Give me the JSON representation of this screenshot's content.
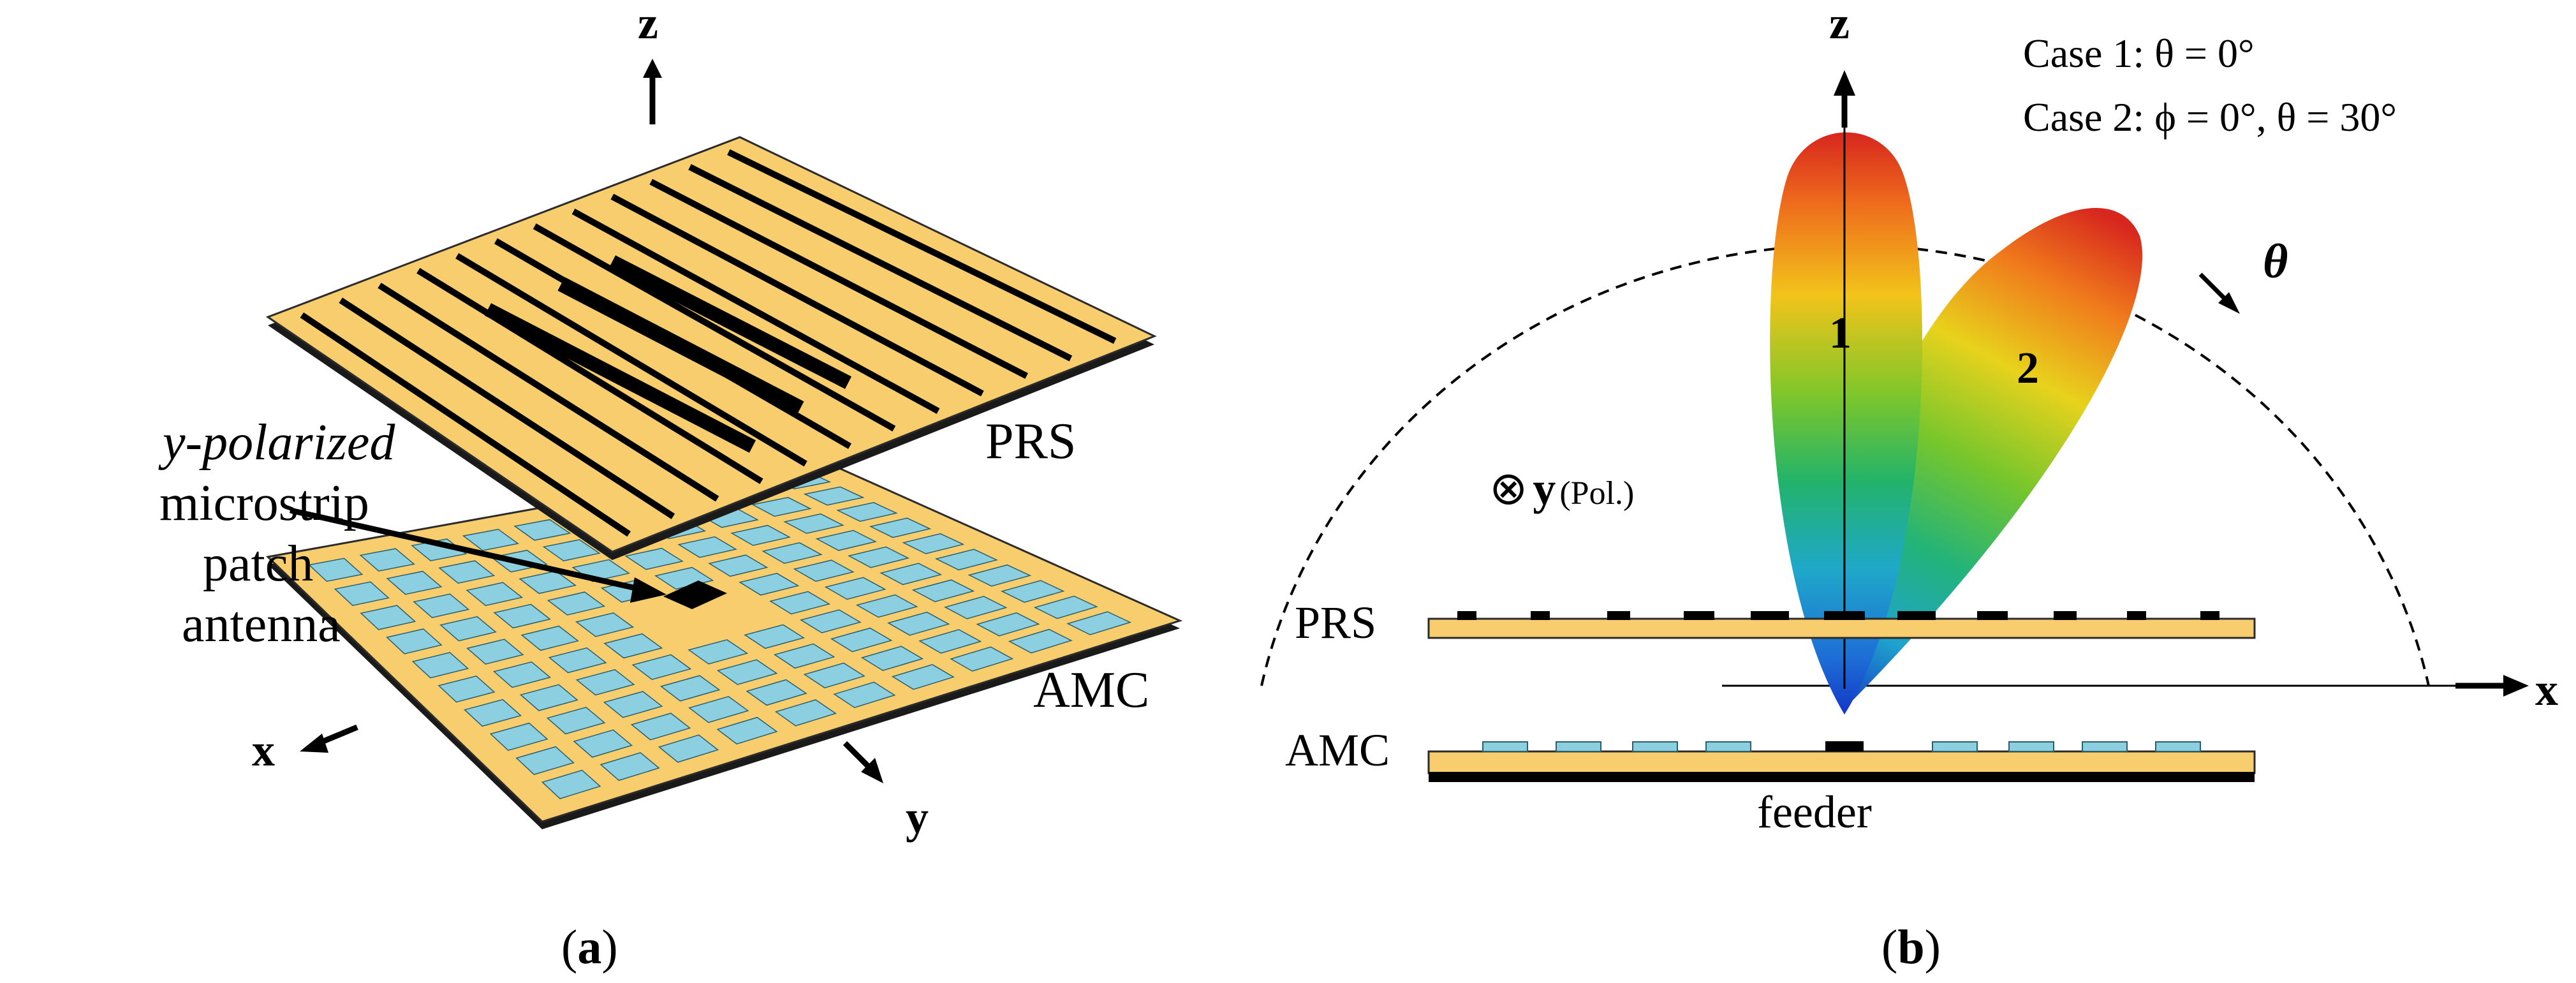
{
  "panel_a": {
    "axis_z": "z",
    "axis_x": "x",
    "axis_y": "y",
    "label_prs": "PRS",
    "label_amc": "AMC",
    "antenna_lines": [
      "y-polarized",
      "microstrip",
      "patch",
      "antenna"
    ],
    "caption": "(a)"
  },
  "panel_b": {
    "axis_z": "z",
    "axis_x": "x",
    "theta_symbol": "θ",
    "case1": "Case 1: θ = 0°",
    "case2": "Case 2: ϕ = 0°, θ = 30°",
    "lobe1_label": "1",
    "lobe2_label": "2",
    "pol_symbol": "⊗",
    "pol_bold": "y",
    "pol_text": "(Pol.)",
    "label_prs": "PRS",
    "label_amc": "AMC",
    "label_feeder": "feeder",
    "caption": "(b)"
  },
  "colors": {
    "board": "#F7CD6E",
    "board_edge": "#2B2B2B",
    "patch": "#8CCFE0",
    "strip": "#000000",
    "lobe_top": "#D7261E",
    "lobe_bottom": "#1338C7"
  }
}
